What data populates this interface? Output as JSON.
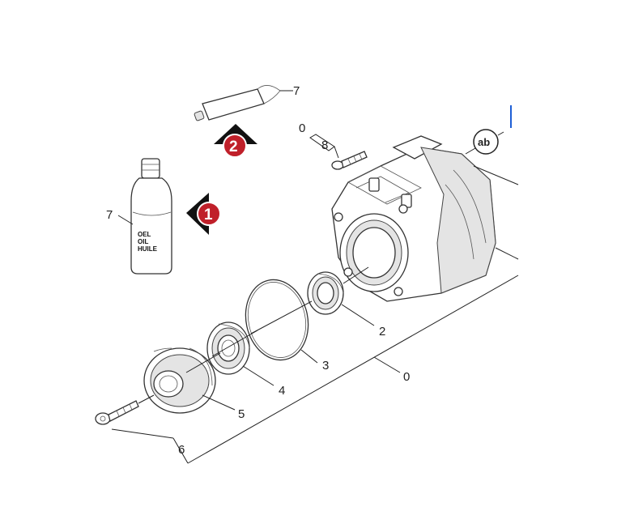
{
  "labels": {
    "assembly_top_0": "0",
    "assembly_main_0": "0",
    "seal_2": "2",
    "o_ring_3": "3",
    "bearing_4": "4",
    "cover_5": "5",
    "screw_6": "6",
    "oil_bottle_7": "7",
    "grease_tube_7": "7",
    "bolt_8": "8"
  },
  "bottle_text": [
    "OEL",
    "OIL",
    "HUILE"
  ],
  "markers": [
    {
      "number": "1",
      "color": "#c0202a"
    },
    {
      "number": "2",
      "color": "#c0202a"
    }
  ],
  "ab_symbol": "ab",
  "colors": {
    "marker_red": "#c0202a",
    "blue_tick": "#1e5fd6"
  }
}
